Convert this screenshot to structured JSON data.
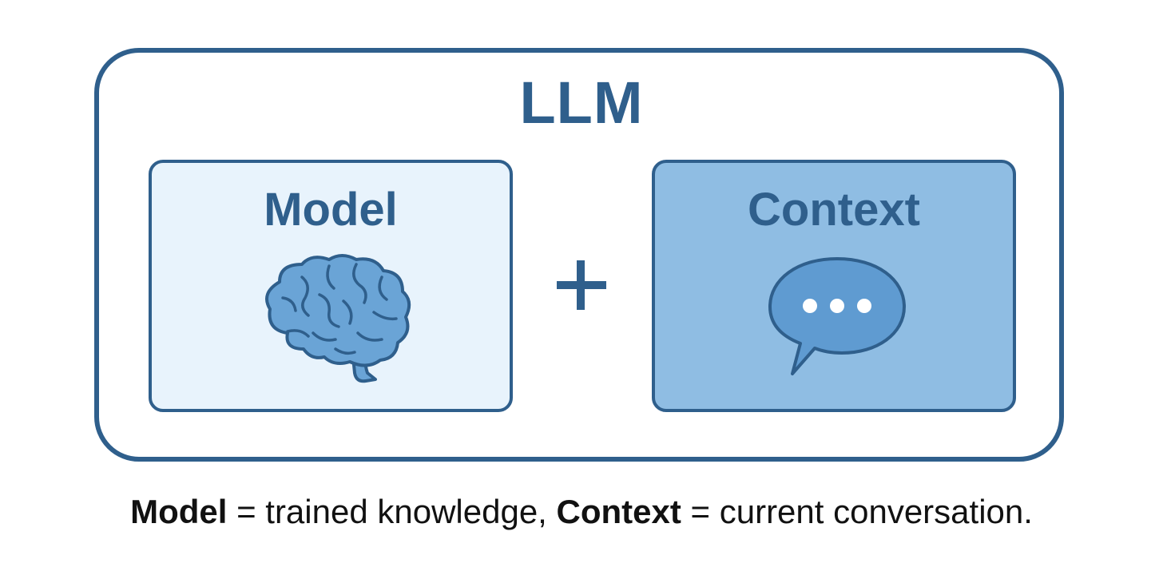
{
  "diagram": {
    "title": "LLM",
    "model_box": {
      "label": "Model",
      "icon": "brain-icon"
    },
    "operator": "+",
    "context_box": {
      "label": "Context",
      "icon": "speech-bubble-icon"
    },
    "caption": {
      "model_term": "Model",
      "model_def": " = trained knowledge, ",
      "context_term": "Context",
      "context_def": " = current conversation."
    }
  },
  "colors": {
    "primary": "#2f5f8c",
    "model_fill": "#e8f3fc",
    "context_fill": "#8fbde3",
    "icon_fill": "#6aa4d6"
  }
}
